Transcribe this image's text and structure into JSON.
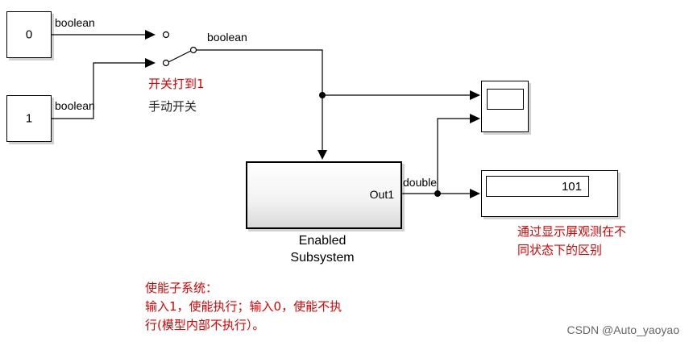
{
  "constants": {
    "const0": "0",
    "const1": "1"
  },
  "signals": {
    "top_wire": "boolean",
    "bottom_wire": "boolean",
    "switch_out": "boolean",
    "subsystem_out": "double"
  },
  "switch_notes": {
    "line1": "开关打到1",
    "line2": "手动开关"
  },
  "subsystem": {
    "port_label": "Out1",
    "name_line1": "Enabled",
    "name_line2": "Subsystem"
  },
  "display": {
    "value": "101"
  },
  "notes": {
    "display_line1": "通过显示屏观测在不",
    "display_line2": "同状态下的区别",
    "enable_line1": "使能子系统：",
    "enable_line2": "输入1，使能执行；输入0，使能不执",
    "enable_line3": "行(模型内部不执行）。"
  },
  "watermark": "CSDN @Auto_yaoyao",
  "colors": {
    "note_red": "#e00000",
    "wire": "#000000"
  }
}
